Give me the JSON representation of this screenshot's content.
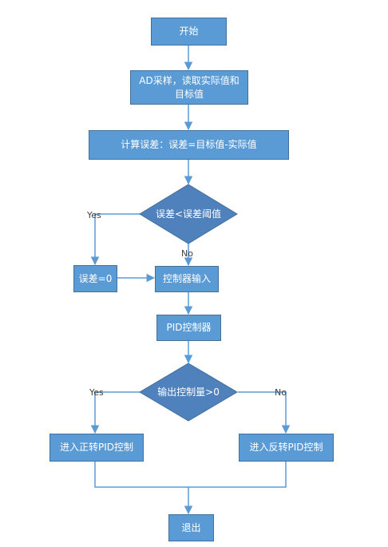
{
  "nodes": {
    "start": "开始",
    "ad_read": "AD采样，读取实际值和\n目标值",
    "calc_error": "计算误差：误差=目标值-实际值",
    "decision_threshold": "误差<误差阈值",
    "error_zero": "误差=0",
    "controller_input": "控制器输入",
    "pid_controller": "PID控制器",
    "decision_output": "输出控制量>0",
    "forward_pid": "进入正转PID控制",
    "reverse_pid": "进入反转PID控制",
    "exit": "退出"
  },
  "edge_labels": {
    "threshold_yes": "Yes",
    "threshold_no": "No",
    "output_yes": "Yes",
    "output_no": "No"
  },
  "colors": {
    "fill": "#5b9bd5",
    "stroke": "#41719c",
    "line": "#5b9bd5",
    "decision_fill": "#4f81bd"
  }
}
